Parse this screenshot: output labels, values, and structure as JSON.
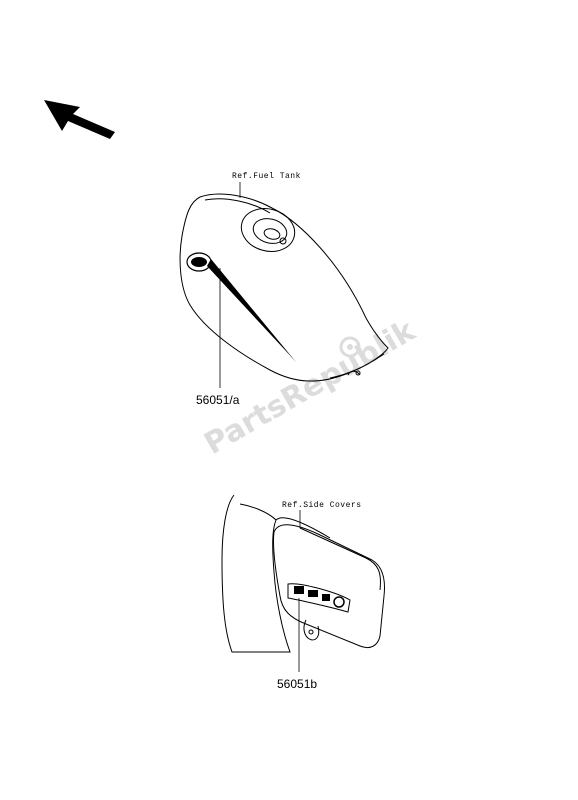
{
  "watermark": "PartsRepublik",
  "ref_fuel_tank": "Ref.Fuel Tank",
  "ref_side_covers": "Ref.Side Covers",
  "part_tank_decal": "56051/a",
  "part_side_decal": "56051b",
  "colors": {
    "line": "#000000",
    "watermark": "#d9d9d9",
    "background": "#ffffff"
  },
  "icons": [
    "direction-arrow-icon"
  ]
}
